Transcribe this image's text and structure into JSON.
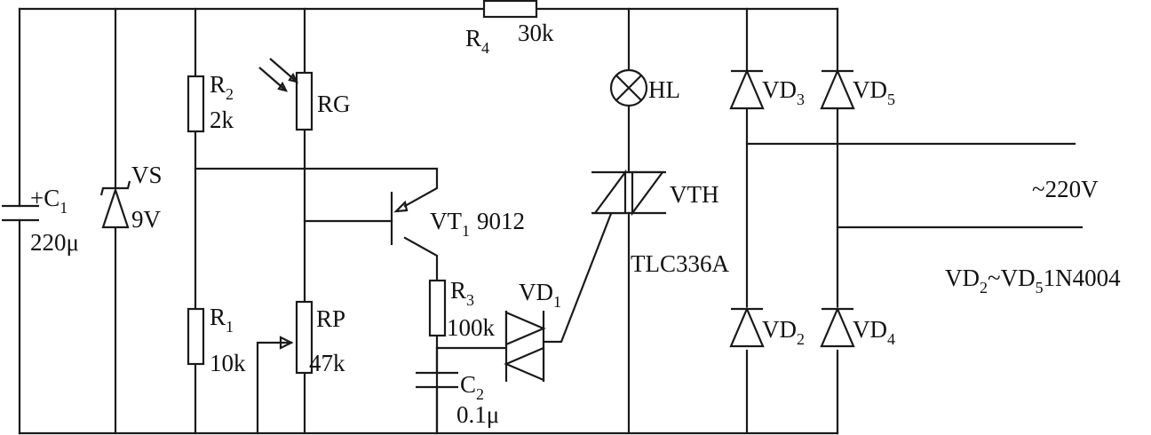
{
  "labels": {
    "r4": {
      "main": "R",
      "sub": "4",
      "value": "30k"
    },
    "r2": {
      "main": "R",
      "sub": "2",
      "value": "2k"
    },
    "rg": {
      "main": "RG"
    },
    "c1": {
      "main": "+C",
      "sub": "1",
      "value": "220μ"
    },
    "vs": {
      "main": "VS",
      "value": "9V"
    },
    "vt1": {
      "main": "VT",
      "sub": "1",
      "value": "9012"
    },
    "r1": {
      "main": "R",
      "sub": "1",
      "value": "10k"
    },
    "rp": {
      "main": "RP",
      "value": "47k"
    },
    "r3": {
      "main": "R",
      "sub": "3",
      "value": "100k"
    },
    "vd1": {
      "main": "VD",
      "sub": "1"
    },
    "c2": {
      "main": "C",
      "sub": "2",
      "value": "0.1μ"
    },
    "hl": {
      "main": "HL"
    },
    "vth": {
      "main": "VTH",
      "value": "TLC336A"
    },
    "vd3": {
      "main": "VD",
      "sub": "3"
    },
    "vd5": {
      "main": "VD",
      "sub": "5"
    },
    "vd2": {
      "main": "VD",
      "sub": "2"
    },
    "vd4": {
      "main": "VD",
      "sub": "4"
    },
    "ac": {
      "main": "~220V"
    },
    "bridge_note": {
      "pre": "VD",
      "sub1": "2",
      "mid": "~VD",
      "sub2": "5",
      "post": "1N4004"
    }
  }
}
